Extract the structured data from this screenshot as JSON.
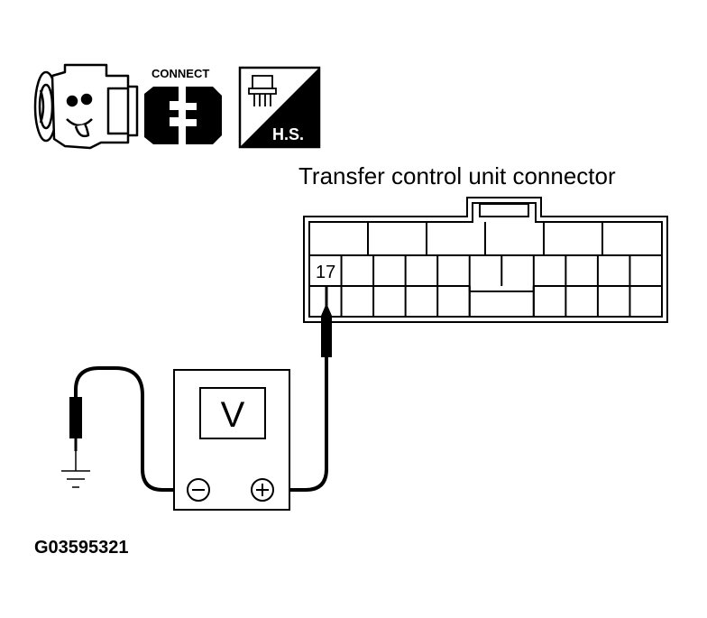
{
  "icons": {
    "engine_icon": "engine-icon",
    "connect_icon": "connector-icon",
    "connect_label": "CONNECT",
    "harness_icon": "harness-connector-icon",
    "harness_label": "H.S."
  },
  "connector": {
    "title": "Transfer control unit connector",
    "terminal_label": "17"
  },
  "meter": {
    "unit": "V",
    "negative_symbol": "⊖",
    "positive_symbol": "⊕"
  },
  "ground_icon": "ground-icon",
  "figure_id": "G03595321"
}
